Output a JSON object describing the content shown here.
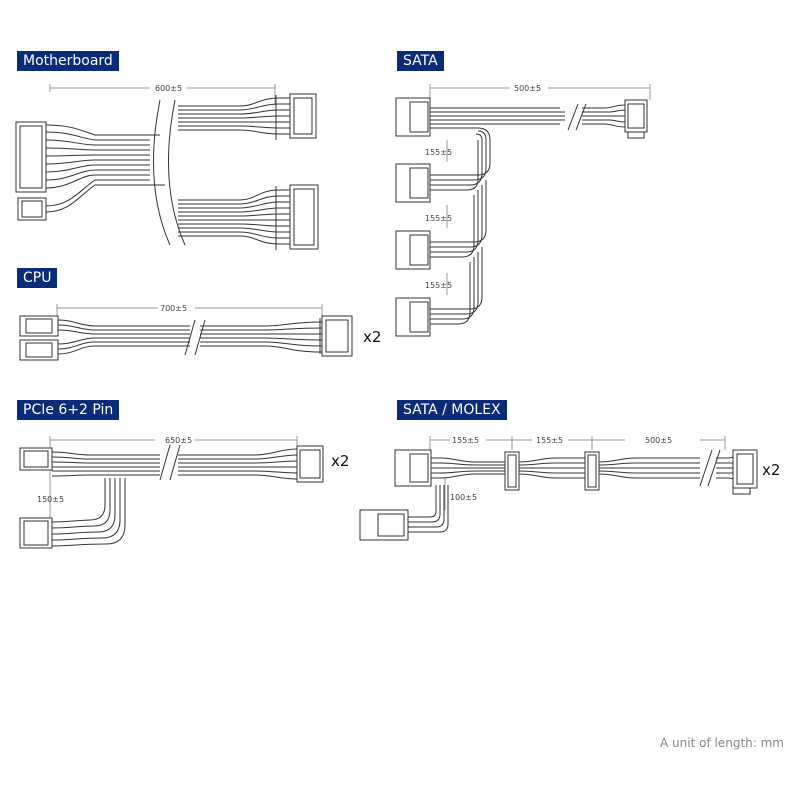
{
  "sections": {
    "motherboard": {
      "title": "Motherboard",
      "dimension": "600±5"
    },
    "sata": {
      "title": "SATA",
      "dimension_main": "500±5",
      "dimension_gap_1": "155±5",
      "dimension_gap_2": "155±5",
      "dimension_gap_3": "155±5"
    },
    "cpu": {
      "title": "CPU",
      "dimension": "700±5",
      "multiplier": "x2"
    },
    "pcie": {
      "title": "PCIe 6+2 Pin",
      "dimension_main": "650±5",
      "dimension_branch": "150±5",
      "multiplier": "x2"
    },
    "sata_molex": {
      "title": "SATA / MOLEX",
      "dimension_1": "155±5",
      "dimension_2": "155±5",
      "dimension_3": "500±5",
      "dimension_molex": "100±5",
      "multiplier": "x2"
    }
  },
  "footer": {
    "unit_note": "A unit of length: mm"
  },
  "colors": {
    "label_bg": "#0a2c78",
    "line": "#333333",
    "dim_line": "#999999"
  }
}
